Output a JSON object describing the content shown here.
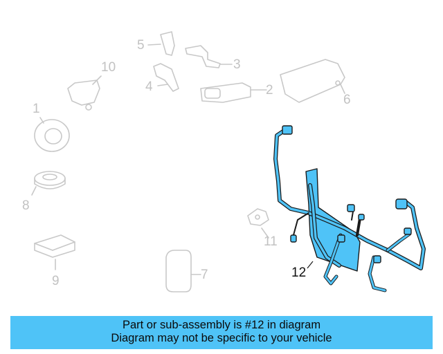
{
  "callouts": [
    {
      "id": "1",
      "label": "1"
    },
    {
      "id": "2",
      "label": "2"
    },
    {
      "id": "3",
      "label": "3"
    },
    {
      "id": "4",
      "label": "4"
    },
    {
      "id": "5",
      "label": "5"
    },
    {
      "id": "6",
      "label": "6"
    },
    {
      "id": "7",
      "label": "7"
    },
    {
      "id": "8",
      "label": "8"
    },
    {
      "id": "9",
      "label": "9"
    },
    {
      "id": "10",
      "label": "10"
    },
    {
      "id": "11",
      "label": "11"
    },
    {
      "id": "12",
      "label": "12"
    }
  ],
  "highlighted_part": "12",
  "colors": {
    "part_outline": "#c8c8c8",
    "highlight_fill": "#4fc3f7",
    "highlight_outline": "#1a1a1a",
    "banner_background": "#4fc3f7"
  },
  "banner": {
    "line1": "Part or sub-assembly is #12 in diagram",
    "line2": "Diagram may not be specific to your vehicle"
  }
}
